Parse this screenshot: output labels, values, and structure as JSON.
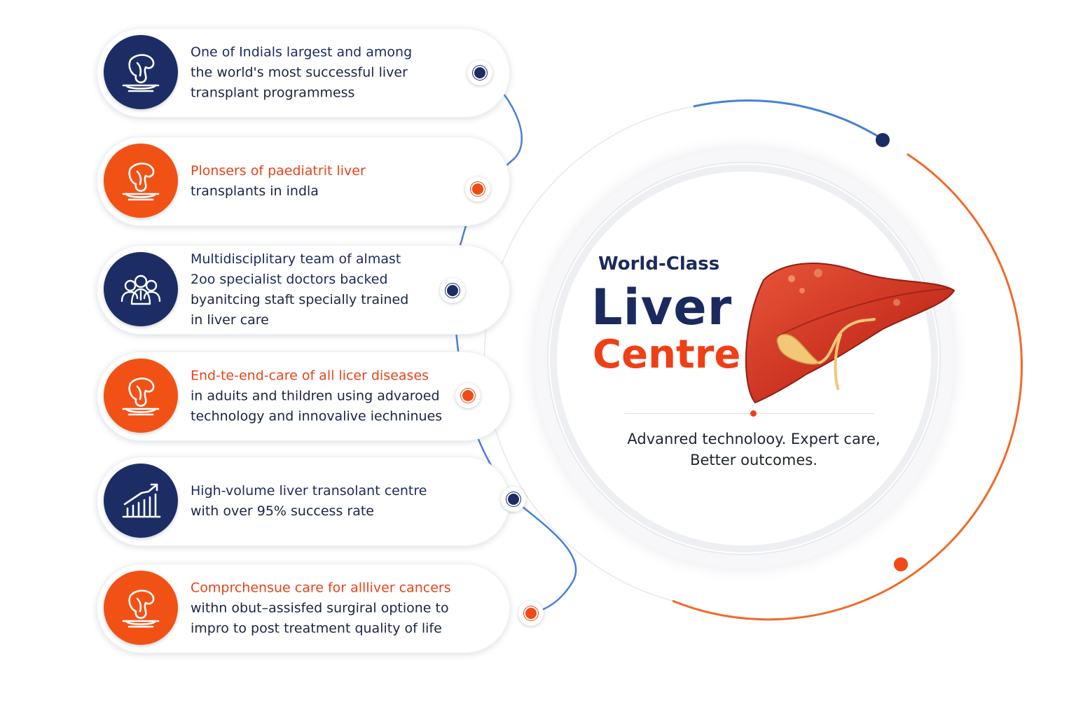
{
  "colors": {
    "navy": "#1c2d66",
    "orange": "#f25116",
    "line_blue": "#4a7fd8",
    "line_orange": "#f06a2a"
  },
  "features": [
    {
      "icon": "liver-on-platter-icon",
      "color": "navy",
      "lead": "",
      "lines": [
        "One of Indials largest and among",
        "the world's most successful liver",
        "transplant programmess"
      ]
    },
    {
      "icon": "liver-on-platter-icon",
      "color": "orange",
      "lead": "Plonsers of paediatrit liver",
      "lines": [
        "transplants in indla"
      ]
    },
    {
      "icon": "doctors-group-icon",
      "color": "navy",
      "lead": "",
      "lines": [
        "Multidisciplitary team of almast",
        "2oo specialist doctors backed",
        "byanitcing staft specially trained",
        "in liver care"
      ]
    },
    {
      "icon": "liver-on-platter-icon",
      "color": "orange",
      "lead": "End-te-end-care of all licer diseases",
      "lines": [
        "in aduits and thildren using advaroed",
        "technology and innovalive iechninues"
      ]
    },
    {
      "icon": "bar-chart-growth-icon",
      "color": "navy",
      "lead": "",
      "lines": [
        "High-volume liver transolant centre",
        "with over 95% success rate"
      ]
    },
    {
      "icon": "liver-on-platter-icon",
      "color": "orange",
      "lead": "Comprchensue care for allliver cancers",
      "lines": [
        "withn obut–assisfed surgiral optione to",
        "impro to post treatment quality of life"
      ]
    }
  ],
  "hero": {
    "title_small": "World-Class",
    "title_big": "Liver",
    "title_orange": "Centre",
    "tagline_line1": "Advanred technolooy. Expert care,",
    "tagline_line2": "Better outcomes."
  }
}
